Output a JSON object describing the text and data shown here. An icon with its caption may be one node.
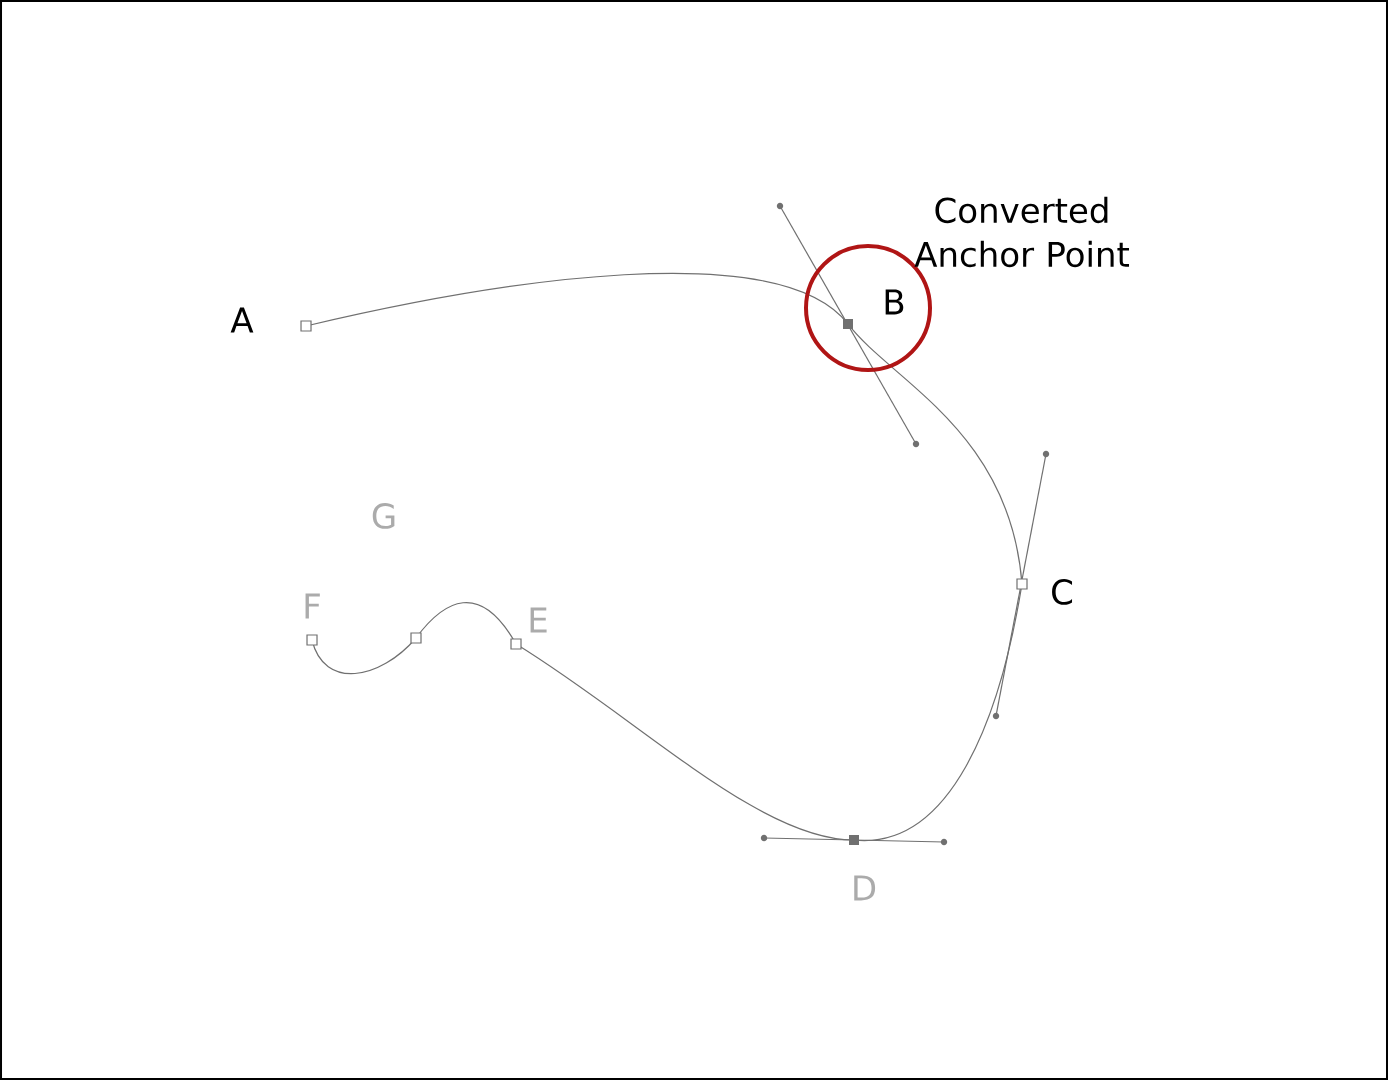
{
  "diagram": {
    "labels": [
      "A",
      "Converted Anchor Point",
      "B",
      "G",
      "C",
      "F",
      "E",
      "D"
    ]
  }
}
